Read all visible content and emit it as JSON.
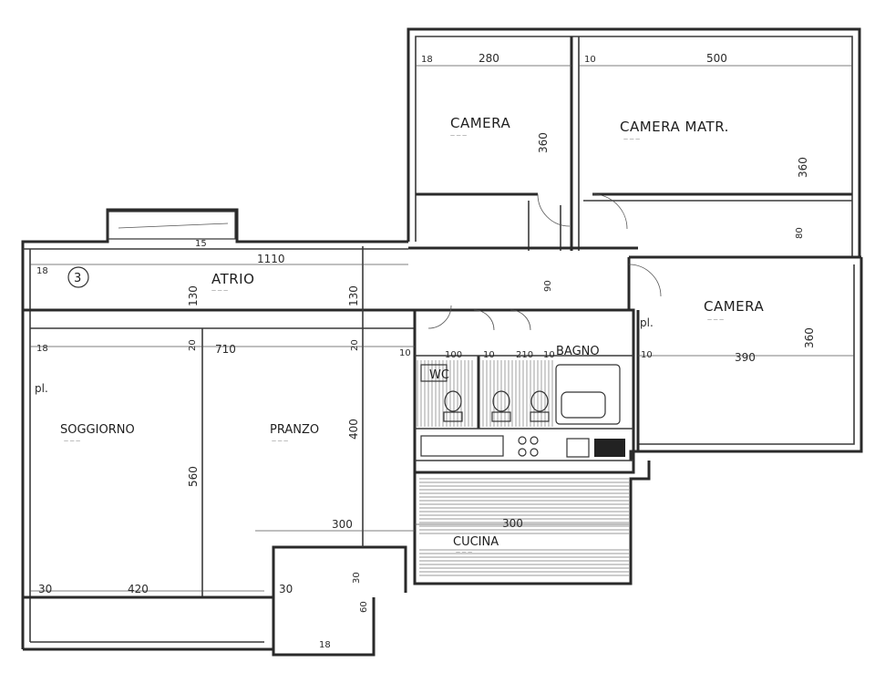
{
  "rooms": {
    "camera_1": {
      "label": "CAMERA"
    },
    "camera_matr": {
      "label": "CAMERA MATR."
    },
    "atrio": {
      "label": "ATRIO"
    },
    "camera_2": {
      "label": "CAMERA"
    },
    "soggiorno": {
      "label": "SOGGIORNO"
    },
    "pranzo": {
      "label": "PRANZO"
    },
    "wc": {
      "label": "WC"
    },
    "bagno": {
      "label": "BAGNO"
    },
    "cucina": {
      "label": "CUCINA"
    }
  },
  "dimensions": {
    "camera_1_width": "280",
    "camera_1_left": "18",
    "camera_1_depth": "360",
    "camera_matr_left": "10",
    "camera_matr_width": "500",
    "camera_matr_depth": "360",
    "atrio_length": "1110",
    "atrio_depth_left": "130",
    "atrio_depth_right": "130",
    "atrio_left": "18",
    "soggiorno_left": "18",
    "living_width": "710",
    "living_mid": "20",
    "living_right": "20",
    "soggiorno_depth": "560",
    "pranzo_depth": "400",
    "wc_left": "10",
    "wc_width": "100",
    "wc_right": "10",
    "bagno_width": "210",
    "bagno_left": "10",
    "camera_2_left": "10",
    "camera_2_width": "390",
    "camera_2_depth": "360",
    "cucina_width": "300",
    "corridor_width": "300",
    "bottom_left": "30",
    "bottom_mid": "420",
    "balcony_left": "30",
    "balcony_height": "30",
    "balcony_bottom": "18",
    "balcony_depth": "60",
    "corridor_door": "90",
    "misc_1": "15",
    "misc_2": "80"
  },
  "markers": {
    "entrance_number": "3",
    "pl_left": "pl.",
    "pl_right": "pl."
  }
}
